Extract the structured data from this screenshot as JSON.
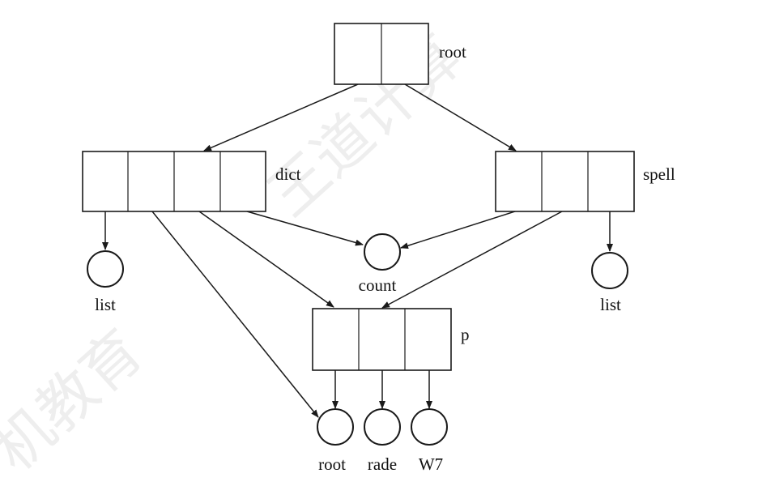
{
  "watermark": {
    "text_top": "王道计算",
    "text_bottom": "机教育"
  },
  "nodes": {
    "root": {
      "label": "root",
      "cells": 2
    },
    "dict": {
      "label": "dict",
      "cells": 4
    },
    "spell": {
      "label": "spell",
      "cells": 3
    },
    "p": {
      "label": "p",
      "cells": 3
    },
    "count": {
      "label": "count"
    },
    "list_left": {
      "label": "list"
    },
    "list_right": {
      "label": "list"
    },
    "leaf_root": {
      "label": "root"
    },
    "leaf_rade": {
      "label": "rade"
    },
    "leaf_w7": {
      "label": "W7"
    }
  },
  "colors": {
    "stroke": "#1a1a1a",
    "background": "#ffffff",
    "watermark": "#eeeeee"
  }
}
